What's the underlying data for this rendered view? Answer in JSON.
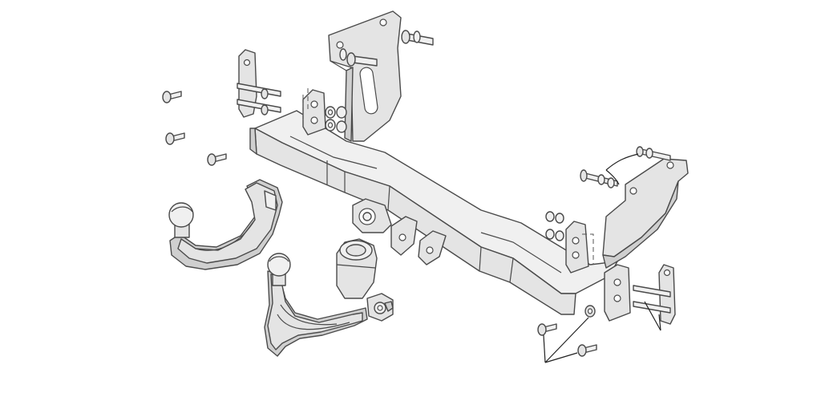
{
  "diagram": {
    "colors": {
      "background": "#ffffff",
      "metal": "#e4e4e4",
      "metal_shadow": "#cfcfcf",
      "outline": "#4a4a4a"
    },
    "parts": [
      "main-crossbar",
      "left-mounting-bracket",
      "right-mounting-bracket",
      "center-socket-bracket",
      "fixed-tow-ball-neck",
      "detachable-tow-ball-neck",
      "fixing-bolts",
      "washers-and-nuts"
    ]
  }
}
